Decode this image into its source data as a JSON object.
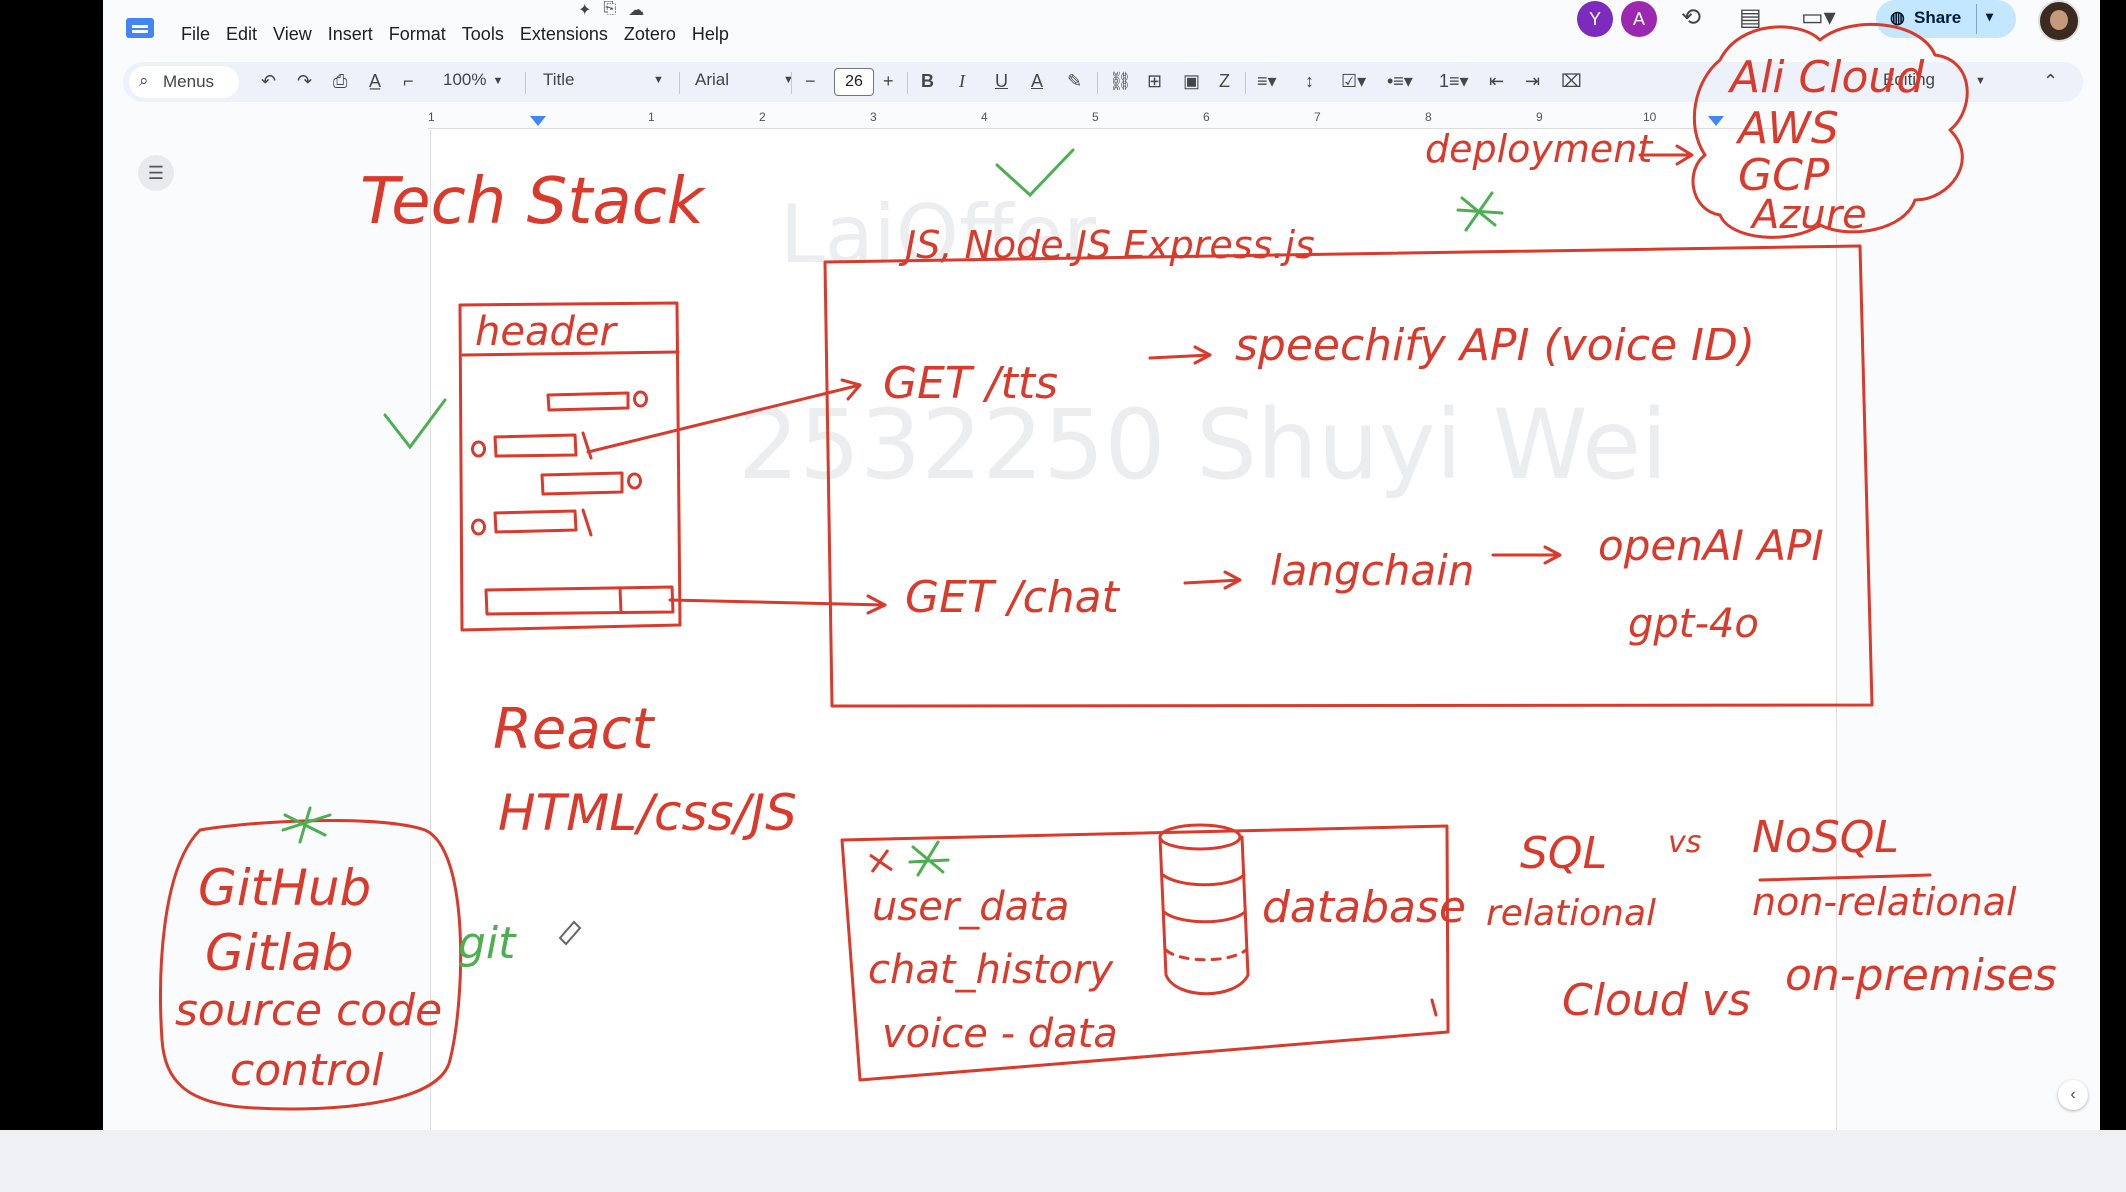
{
  "menu": [
    "File",
    "Edit",
    "View",
    "Insert",
    "Format",
    "Tools",
    "Extensions",
    "Zotero",
    "Help"
  ],
  "toolbar": {
    "search_label": "Menus",
    "zoom": "100%",
    "style": "Title",
    "font": "Arial",
    "font_size": "26",
    "mode": "Editing"
  },
  "share_label": "Share",
  "avatars": [
    {
      "letter": "Y",
      "color": "#7b2cbf"
    },
    {
      "letter": "A",
      "color": "#9c27b0"
    }
  ],
  "ruler_numbers": [
    "1",
    "1",
    "2",
    "3",
    "4",
    "5",
    "6",
    "7",
    "8",
    "9",
    "10"
  ],
  "watermark": {
    "line1": "LaiOffer",
    "line2": "2532250 Shuyi Wei"
  },
  "drawing": {
    "title": "Tech Stack",
    "header_label": "header",
    "backend_label": "JS, Node.JS Express.js",
    "get_tts": "GET /tts",
    "speechify": "speechify API (voice ID)",
    "get_chat": "GET /chat",
    "langchain": "langchain",
    "openai": "openAI API",
    "gpt": "gpt-4o",
    "react": "React",
    "html_css_js": "HTML/css/JS",
    "deployment": "deployment",
    "clouds": [
      "Ali Cloud",
      "AWS",
      "GCP",
      "Azure"
    ],
    "git_hosts": [
      "GitHub",
      "Gitlab",
      "source code",
      "control"
    ],
    "git": "git",
    "db_items": [
      "user_data",
      "chat_history",
      "voice - data"
    ],
    "database": "database",
    "sql": "SQL",
    "vs1": "vs",
    "nosql": "NoSQL",
    "relational": "relational",
    "non_relational": "non-relational",
    "cloud_vs": "Cloud vs",
    "on_premises": "on-premises"
  },
  "colors": {
    "ink_red": "#d93a2b",
    "ink_green": "#4caf50"
  }
}
